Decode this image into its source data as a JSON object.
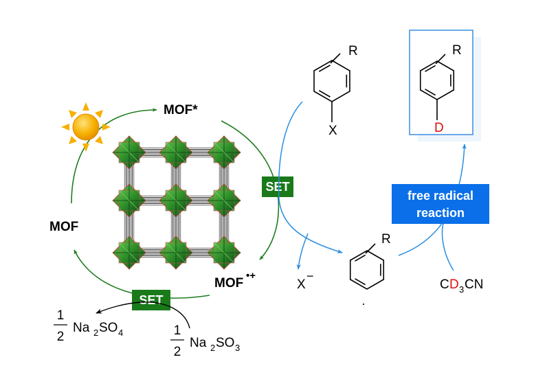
{
  "colors": {
    "green_arrow": "#1e7d1e",
    "green_box": "#1a7a1a",
    "blue_arrow": "#2a8de0",
    "blue_box": "#0a6fe8",
    "product_box_border": "#3a8de0",
    "deuterium_red": "#e01010",
    "sun_orange": "#f7b000",
    "sun_core": "#f29a00"
  },
  "cycle": {
    "mof_star": "MOF*",
    "mof": "MOF",
    "mof_radical": "MOF",
    "mof_radical_sup": "•+",
    "set_top": "SET",
    "set_bottom": "SET"
  },
  "sulfite": {
    "half_num": "1",
    "half_den": "2",
    "sulfate_na": "Na",
    "sulfate_na_sub": "2",
    "sulfate_so": "SO",
    "sulfate_so_sub": "4",
    "sulfite_na": "Na",
    "sulfite_na_sub": "2",
    "sulfite_so": "SO",
    "sulfite_so_sub": "3"
  },
  "reactant": {
    "r": "R",
    "x": "X"
  },
  "leaving": {
    "x": "X",
    "charge": "−"
  },
  "radical": {
    "r": "R",
    "dot": "·"
  },
  "product": {
    "r": "R",
    "d": "D"
  },
  "free_radical_box": {
    "line1": "free radical",
    "line2": "reaction"
  },
  "reagent": {
    "c": "C",
    "d": "D",
    "sub": "3",
    "cn": "CN"
  },
  "icons": [
    "sun-icon",
    "mof-framework-icon"
  ]
}
